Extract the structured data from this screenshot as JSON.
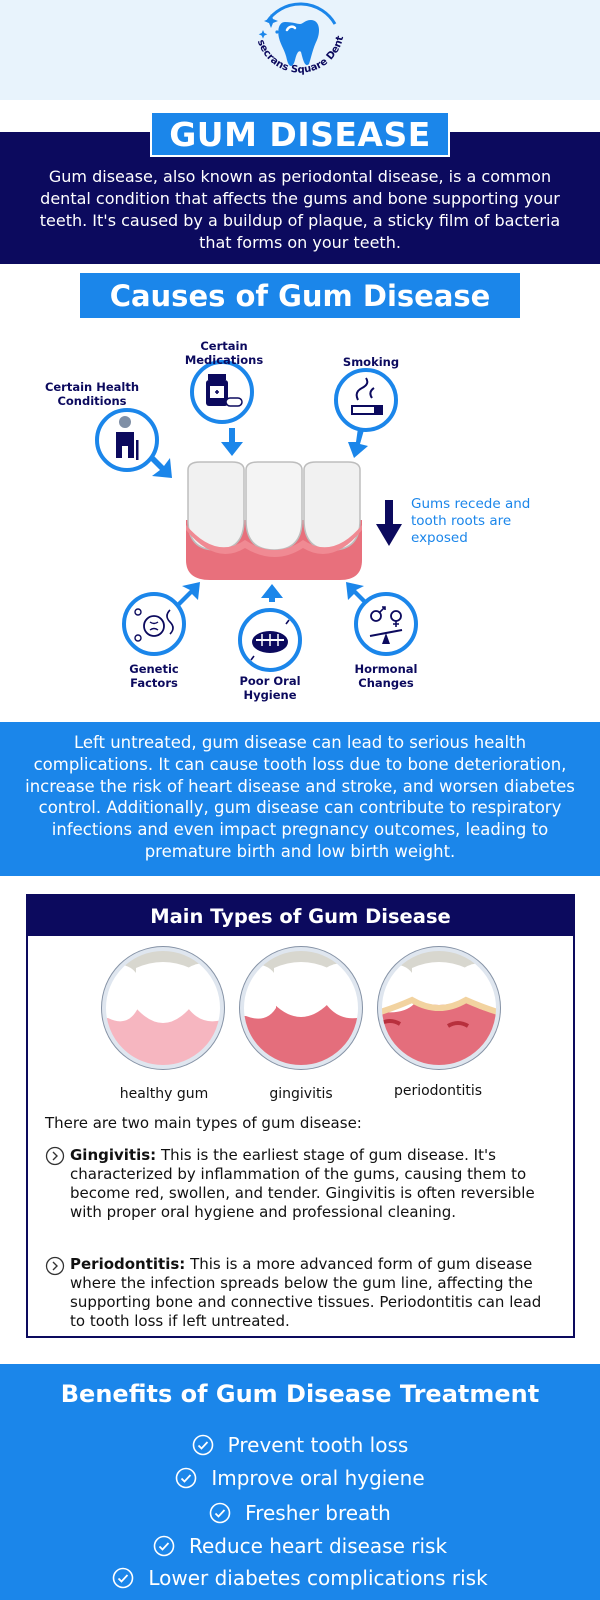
{
  "brand": {
    "logo_text": "Rosecrans Square Dental"
  },
  "hero": {
    "title": "GUM DISEASE",
    "intro": "Gum disease, also known as periodontal disease, is a common dental condition that affects the gums and bone supporting your teeth. It's caused by a buildup of plaque, a sticky film of bacteria that forms on your teeth."
  },
  "causes": {
    "title": "Causes of Gum Disease",
    "items": [
      {
        "label": "Certain Health Conditions",
        "icon": "elderly-person-icon"
      },
      {
        "label": "Certain Medications",
        "icon": "pill-bottle-icon"
      },
      {
        "label": "Smoking",
        "icon": "cigarette-icon"
      },
      {
        "label": "Genetic Factors",
        "icon": "dna-icon"
      },
      {
        "label": "Poor Oral Hygiene",
        "icon": "dirty-teeth-icon"
      },
      {
        "label": "Hormonal Changes",
        "icon": "gender-scale-icon"
      }
    ],
    "recede_note": "Gums recede and tooth roots are exposed"
  },
  "complications": "Left untreated, gum disease can lead to serious health complications. It can cause tooth loss due to bone deterioration, increase the risk of heart disease and stroke, and worsen diabetes control. Additionally, gum disease can contribute to respiratory infections and even impact pregnancy outcomes, leading to premature birth and low birth weight.",
  "types": {
    "title": "Main Types of Gum Disease",
    "captions": [
      "healthy gum",
      "gingivitis",
      "periodontitis"
    ],
    "intro": "There are two main types of gum disease:",
    "items": [
      {
        "name": "Gingivitis:",
        "desc": " This is the earliest stage of gum disease. It's characterized by inflammation of the gums, causing them to become red, swollen, and tender. Gingivitis is often reversible with proper oral hygiene and professional cleaning."
      },
      {
        "name": "Periodontitis:",
        "desc": " This is a more advanced form of gum disease where the infection spreads below the gum line, affecting the supporting bone and connective tissues. Periodontitis can lead to tooth loss if left untreated."
      }
    ]
  },
  "benefits": {
    "title": "Benefits of Gum Disease Treatment",
    "items": [
      "Prevent tooth loss",
      "Improve oral hygiene",
      "Fresher breath",
      "Reduce heart disease risk",
      "Lower diabetes complications risk"
    ]
  },
  "colors": {
    "navy": "#0c0a5e",
    "blue": "#1b86ea",
    "light": "#e8f3fc",
    "gum": "#e8707c"
  }
}
